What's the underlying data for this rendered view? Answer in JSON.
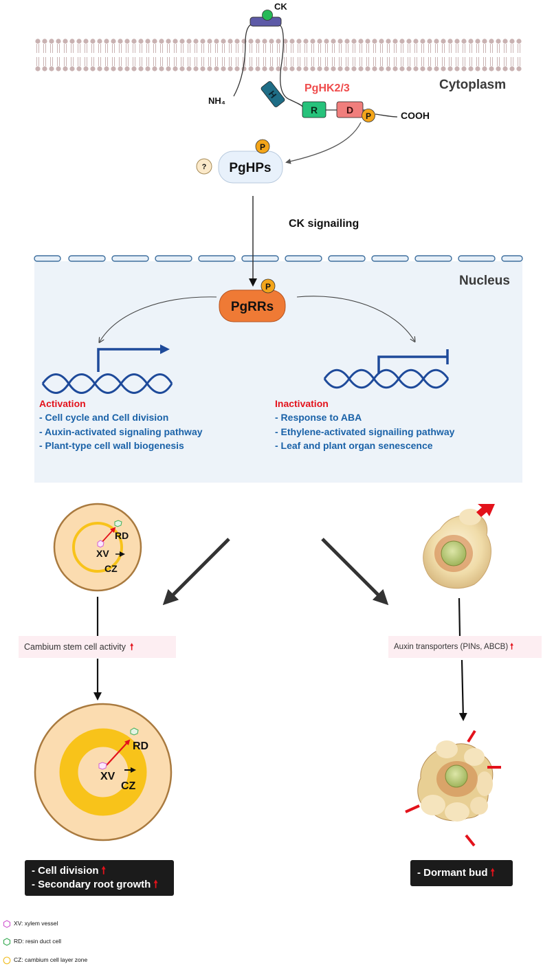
{
  "membrane": {
    "ck": "CK",
    "cytoplasm": "Cytoplasm",
    "nh4": "NH₄",
    "receptor_name": "PgHK2/3",
    "domain_h": "H",
    "domain_r": "R",
    "domain_d": "D",
    "phospho": "P",
    "cooh": "COOH"
  },
  "signaling": {
    "question": "?",
    "phosphotransfer": "PgHPs",
    "label": "CK signailing"
  },
  "nucleus": {
    "title": "Nucleus",
    "regulator": "PgRRs",
    "activation": {
      "heading": "Activation",
      "items": [
        "- Cell cycle and Cell division",
        "- Auxin-activated signaling pathway",
        "- Plant-type cell wall biogenesis"
      ]
    },
    "inactivation": {
      "heading": "Inactivation",
      "items": [
        "- Response to ABA",
        "- Ethylene-activated signailing pathway",
        "- Leaf and plant organ senescence"
      ]
    }
  },
  "root": {
    "small_rd": "RD",
    "small_xv": "XV",
    "small_cz": "CZ",
    "large_rd": "RD",
    "large_xv": "XV",
    "large_cz": "CZ",
    "activity_label": "Cambium stem cell activity",
    "outcome_1": "- Cell division",
    "outcome_2": "- Secondary root growth"
  },
  "bud": {
    "transport_label": "Auxin transporters (PINs, ABCB)",
    "outcome": "- Dormant bud"
  },
  "legend": [
    {
      "icon": "hexagon",
      "color": "#d35fd3",
      "text": "XV: xylem vessel"
    },
    {
      "icon": "hexagon",
      "color": "#3fae5a",
      "text": "RD: resin duct cell"
    },
    {
      "icon": "circle",
      "color": "#f2c12e",
      "text": "CZ: cambium cell layer zone"
    }
  ],
  "colors": {
    "membrane": "#c9b2b2",
    "nucleus_bg": "#edf3f9",
    "regulator": "#ef7a35",
    "phospho": "#f3a51a",
    "domain_h": "#1f6d86",
    "domain_r": "#27c27b",
    "domain_d": "#f07e7c",
    "receptor_label": "#ef4b4b",
    "activation": "#e3121b",
    "list_text": "#1a62a8",
    "dna": "#1e4a9a",
    "root_outer": "#fbdcb0",
    "root_ring": "#f8c31a",
    "up_arrow": "#e3121b"
  }
}
